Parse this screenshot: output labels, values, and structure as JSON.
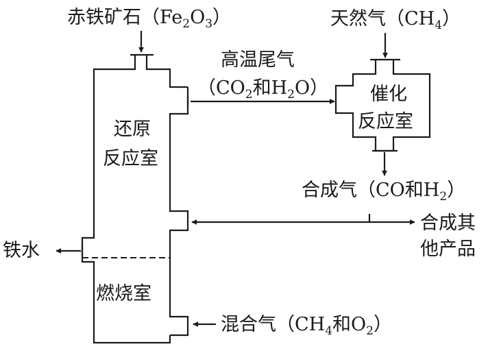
{
  "labels": {
    "ore": "赤铁矿石（Fe",
    "ore_sub1": "2",
    "ore_mid": "O",
    "ore_sub2": "3",
    "ore_end": "）",
    "natural_gas": "天然气（CH",
    "natural_gas_sub": "4",
    "natural_gas_end": "）",
    "tail_gas_line1": "高温尾气",
    "tail_gas_line2_a": "（CO",
    "tail_gas_line2_sub1": "2",
    "tail_gas_line2_b": "和H",
    "tail_gas_line2_sub2": "2",
    "tail_gas_line2_c": "O）",
    "catalytic_line1": "催化",
    "catalytic_line2": "反应室",
    "reduction_line1": "还原",
    "reduction_line2": "反应室",
    "syngas_a": "合成气（CO和H",
    "syngas_sub": "2",
    "syngas_end": "）",
    "other_products_line1": "合成其",
    "other_products_line2": "他产品",
    "molten_iron": "铁水",
    "combustion": "燃烧室",
    "mixed_gas_a": "混合气（CH",
    "mixed_gas_sub1": "4",
    "mixed_gas_b": "和O",
    "mixed_gas_sub2": "2",
    "mixed_gas_end": "）"
  }
}
